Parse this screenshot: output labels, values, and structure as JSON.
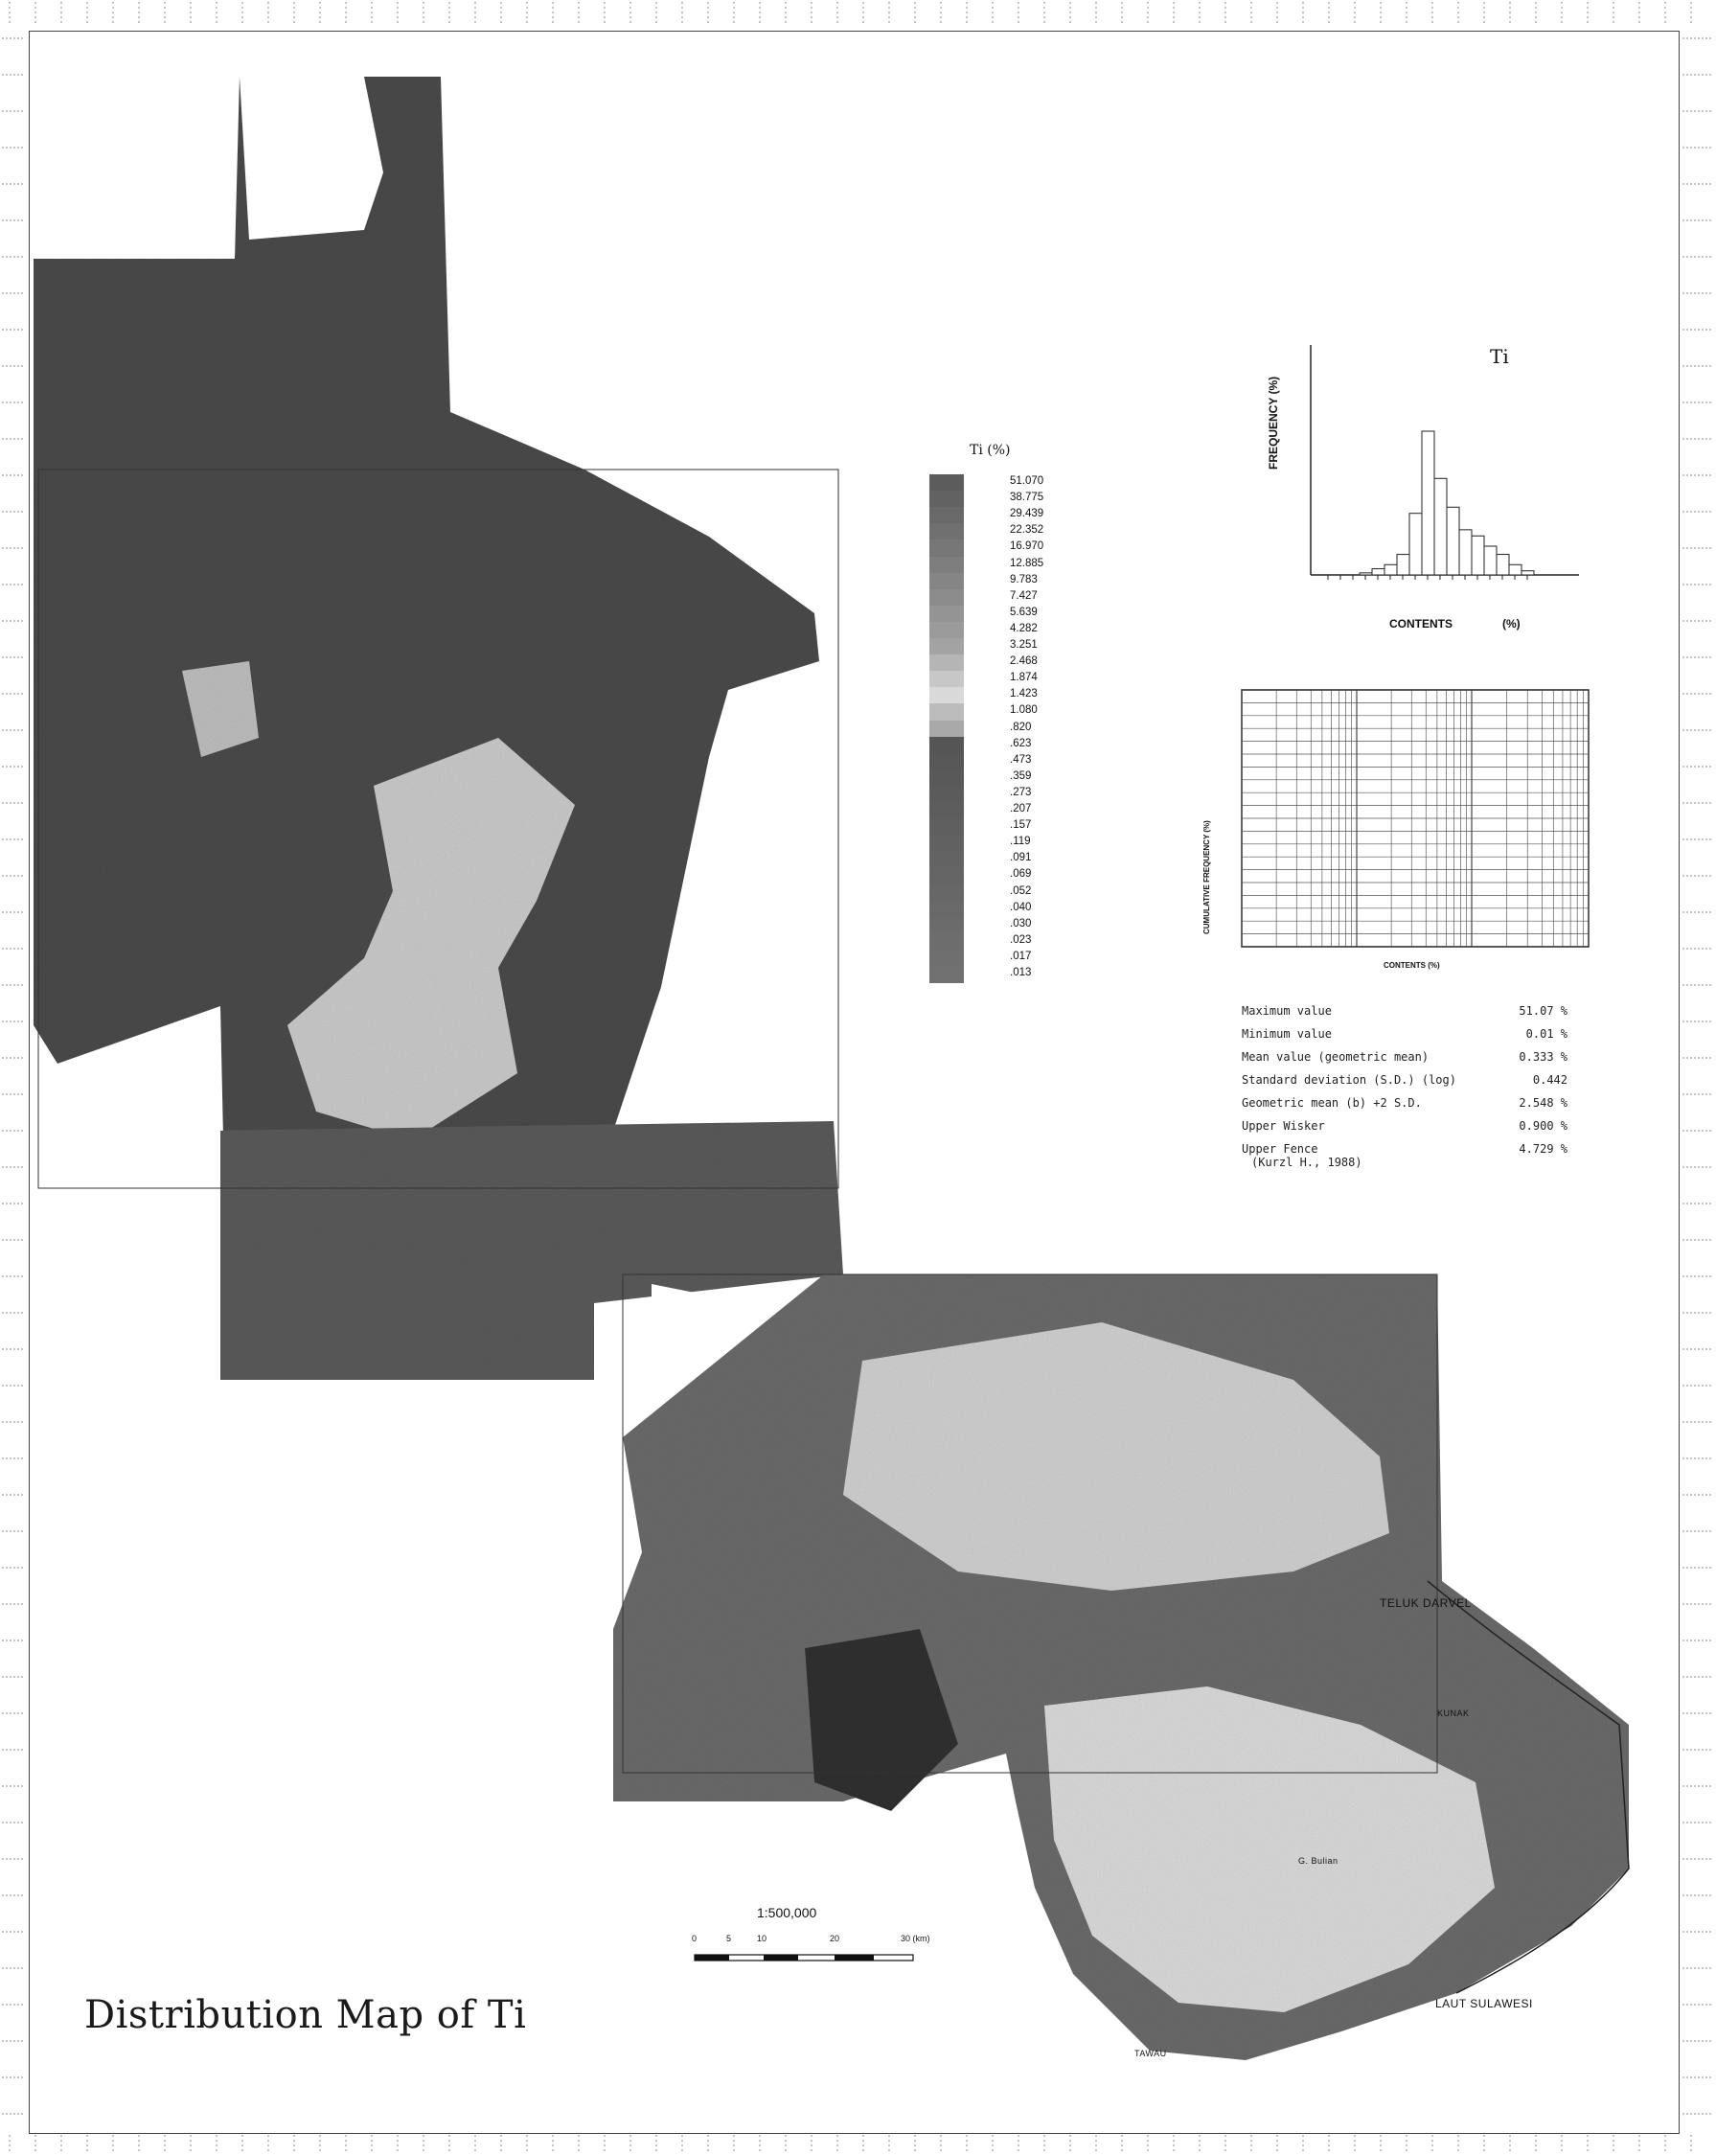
{
  "title": "Distribution Map of Ti",
  "legend": {
    "title": "Ti (%)",
    "values": [
      "51.070",
      "38.775",
      "29.439",
      "22.352",
      "16.970",
      "12.885",
      "9.783",
      "7.427",
      "5.639",
      "4.282",
      "3.251",
      "2.468",
      "1.874",
      "1.423",
      "1.080",
      ".820",
      ".623",
      ".473",
      ".359",
      ".273",
      ".207",
      ".157",
      ".119",
      ".091",
      ".069",
      ".052",
      ".040",
      ".030",
      ".023",
      ".017",
      ".013"
    ]
  },
  "histogram": {
    "title": "Ti",
    "ylabel": "FREQUENCY (%)",
    "xlabel": "CONTENTS",
    "xunit": "(%)",
    "bar_heights": [
      0,
      0,
      0,
      1,
      3,
      5,
      10,
      30,
      70,
      47,
      33,
      22,
      19,
      14,
      10,
      5,
      2
    ]
  },
  "cumulative_plot": {
    "ylabel": "CUMULATIVE FREQUENCY (%)",
    "xlabel": "CONTENTS (%)"
  },
  "statistics": [
    {
      "label": "Maximum value",
      "value": "51.07 %"
    },
    {
      "label": "Minimum value",
      "value": "0.01 %"
    },
    {
      "label": "Mean value (geometric mean)",
      "value": "0.333 %"
    },
    {
      "label": "Standard deviation (S.D.) (log)",
      "value": "0.442"
    },
    {
      "label": "Geometric mean (b) +2 S.D.",
      "value": "2.548 %"
    },
    {
      "label": "Upper Wisker",
      "value": "0.900 %"
    },
    {
      "label": "Upper Fence",
      "value": "4.729 %"
    },
    {
      "label": "(Kurzl H., 1988)",
      "value": ""
    }
  ],
  "scale": {
    "ratio": "1:500,000",
    "ticks": [
      "0",
      "5",
      "10",
      "20",
      "30 (km)"
    ]
  },
  "places": {
    "teluk_darvel": "TELUK DARVEL",
    "laut_sulawesi": "LAUT SULAWESI",
    "kunak": "KUNAK",
    "tawau": "TAWAU",
    "g_bulian": "G. Bulian"
  },
  "colors": {
    "dark": "#3d3d3d",
    "mid": "#6e6e6e",
    "light": "#d2d2d2",
    "frame": "#444444"
  }
}
